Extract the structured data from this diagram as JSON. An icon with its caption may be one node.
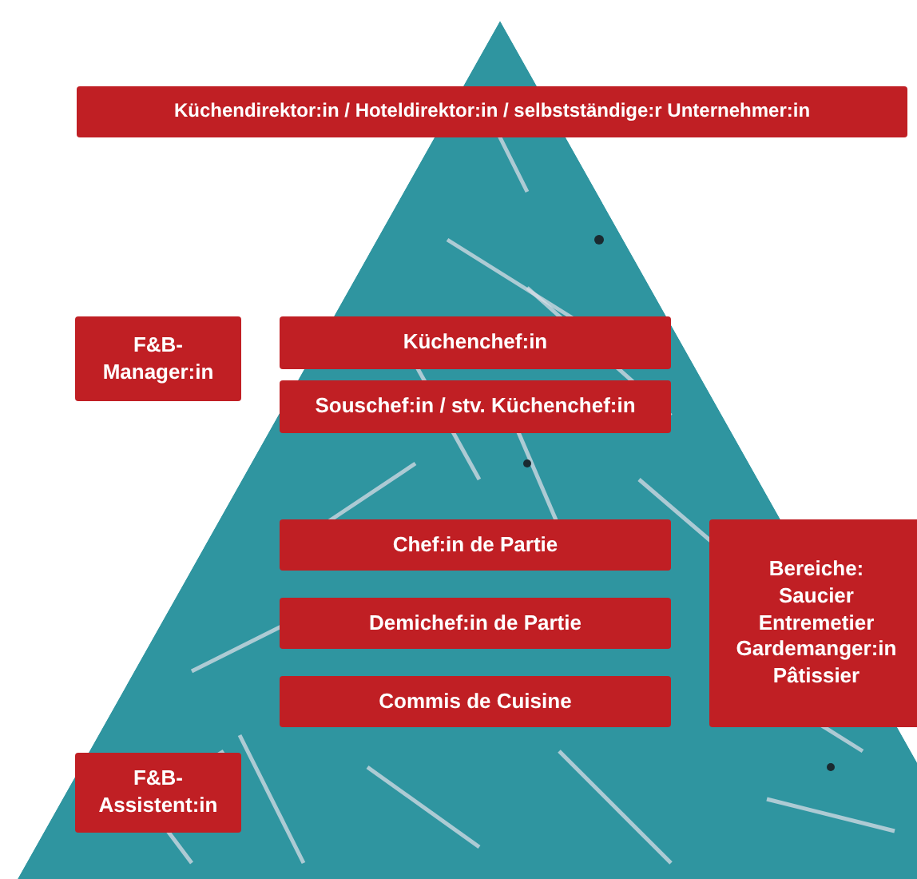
{
  "diagram": {
    "nodes": [
      {
        "text": [
          "Küchendirektor:in / Hoteldirektor:in / selbstständige:r Unternehmer:in"
        ]
      },
      {
        "text": [
          "F&B-Manager:in"
        ]
      },
      {
        "text": [
          "Küchenchef:in"
        ]
      },
      {
        "text": [
          "Souschef:in / stv. Küchenchef:in"
        ]
      },
      {
        "text": [
          "Chef:in de Partie"
        ]
      },
      {
        "text": [
          "Bereiche:",
          "Saucier",
          "Entremetier",
          "Gardemanger:in",
          "Pâtissier"
        ]
      },
      {
        "text": [
          "Demichef:in de Partie"
        ]
      },
      {
        "text": [
          "Commis de Cuisine"
        ]
      },
      {
        "text": [
          "F&B-Assistent:in"
        ]
      }
    ]
  }
}
